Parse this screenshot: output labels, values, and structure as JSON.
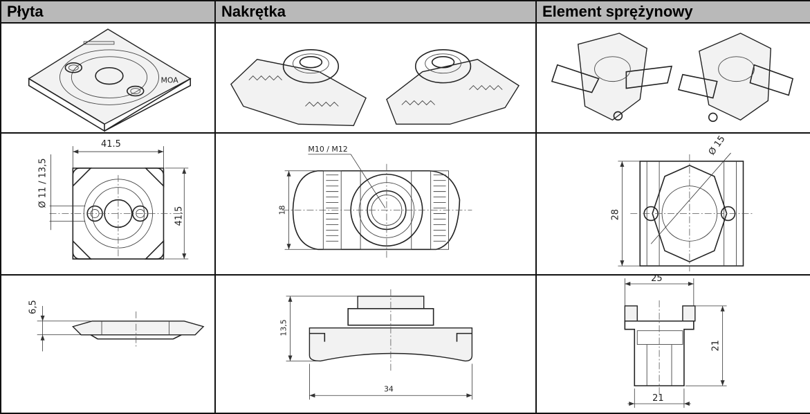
{
  "table": {
    "headers": [
      "Płyta",
      "Nakrętka",
      "Element sprężynowy"
    ]
  },
  "dims": {
    "plate_width": "41.5",
    "plate_hole": "Ø 11 / 13,5",
    "plate_height": "41,5",
    "plate_thickness": "6,5",
    "nut_thread": "M10 / M12",
    "nut_height": "18",
    "nut_side_height": "13,5",
    "nut_length": "34",
    "spring_diameter": "Ø 15",
    "spring_height": "28",
    "spring_top_width": "25",
    "spring_side_height": "21",
    "spring_bottom_width": "21"
  }
}
